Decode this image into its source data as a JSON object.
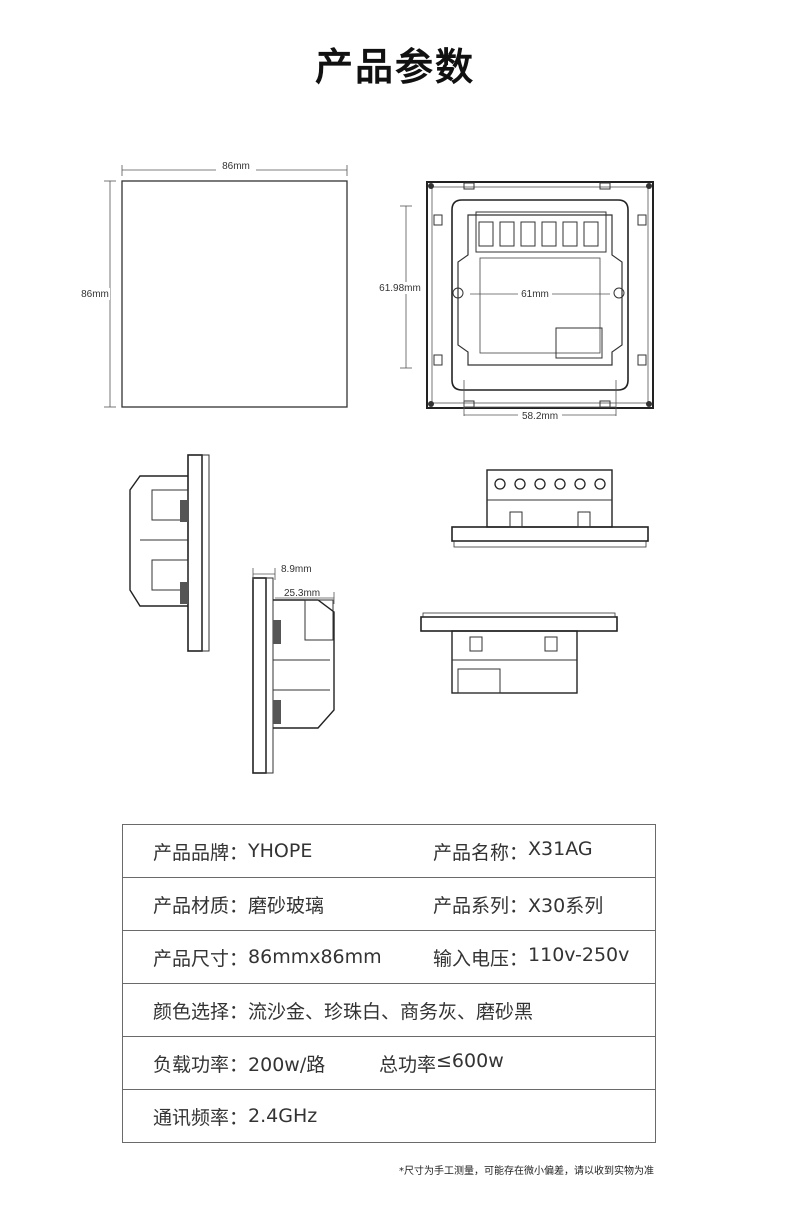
{
  "title": "产品参数",
  "dimensions": {
    "front_width": "86mm",
    "front_height": "86mm",
    "back_height": "61.98mm",
    "back_inner_width": "61mm",
    "back_bottom_width": "58.2mm",
    "side_depth_1": "8.9mm",
    "side_depth_2": "25.3mm"
  },
  "specs": [
    {
      "k1": "产品品牌：",
      "v1": "YHOPE",
      "k2": "产品名称：",
      "v2": "X31AG"
    },
    {
      "k1": "产品材质：",
      "v1": "磨砂玻璃",
      "k2": "产品系列：",
      "v2": "X30系列"
    },
    {
      "k1": "产品尺寸：",
      "v1": "86mmx86mm",
      "k2": "输入电压：",
      "v2": "110v-250v"
    },
    {
      "k1": "颜色选择：",
      "v1": "流沙金、珍珠白、商务灰、磨砂黑",
      "k2": "",
      "v2": ""
    },
    {
      "k1": "负载功率：",
      "v1": "200w/路",
      "k2": "总功率",
      "v2": "≤600w"
    },
    {
      "k1": "通讯频率：",
      "v1": "2.4GHz",
      "k2": "",
      "v2": ""
    }
  ],
  "note": "*尺寸为手工测量，可能存在微小偏差，请以收到实物为准"
}
